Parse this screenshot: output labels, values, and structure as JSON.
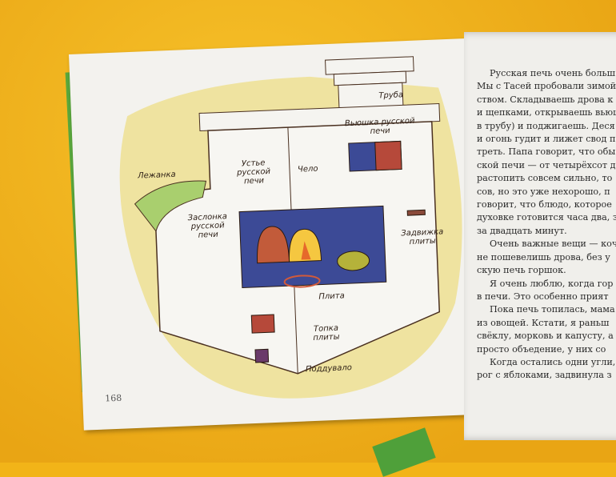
{
  "left_page": {
    "page_number": "168",
    "labels": {
      "lezhanka": "Лежанка",
      "ustye": "Устье русской печи",
      "zaslonka": "Заслонка русской печи",
      "chelo": "Чело",
      "vyushka": "Вьюшка русской печи",
      "truba": "Труба",
      "zadvizhka": "Задвижка плиты",
      "plita": "Плита",
      "topka": "Топка плиты",
      "podduvalo": "Поддувало"
    }
  },
  "right_page": {
    "lines": [
      "Русская печь очень больш",
      "Мы с Тасей пробовали зимой",
      "ством. Складываешь дрова к",
      "и щепками, открываешь вьюш",
      "в трубу) и поджигаешь. Деся",
      "и огонь гудит и лижет свод п",
      "треть. Папа говорит, что обы",
      "ской печи — от четырёхсот д",
      "растопить совсем сильно, то",
      "сов, но это уже нехорошо, п",
      "говорит, что блюдо, которое",
      "духовке готовится часа два, з",
      "за двадцать минут.",
      "Очень важные вещи — коч",
      "не пошевелишь дрова, без у",
      "скую печь горшок.",
      "Я очень люблю, когда гор",
      "в печи. Это особенно прият",
      "Пока печь топилась, мама",
      "из овощей. Кстати, я раньш",
      "свёклу, морковь и капусту, а",
      "просто объедение, у них со",
      "Когда остались одни угли,",
      "рог с яблоками, задвинула з"
    ],
    "indented": [
      0,
      13,
      16,
      18,
      22
    ]
  }
}
